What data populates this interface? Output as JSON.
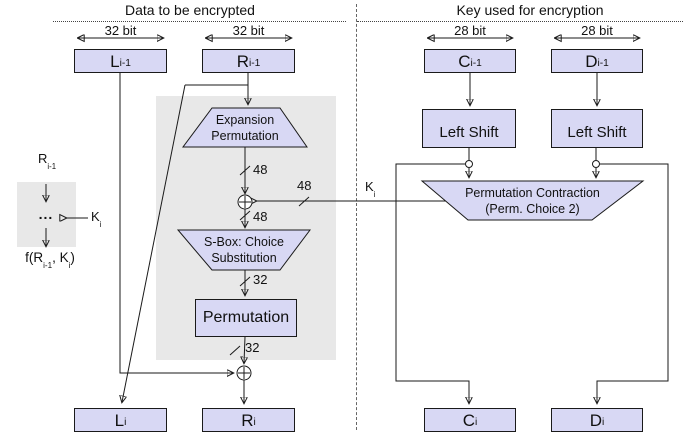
{
  "header": {
    "left_title": "Data to be encrypted",
    "right_title": "Key used for encryption"
  },
  "bit_labels": {
    "l_prev": "32 bit",
    "r_prev": "32 bit",
    "c_prev": "28 bit",
    "d_prev": "28 bit"
  },
  "registers": {
    "l_prev": {
      "base": "L",
      "sub": "i-1"
    },
    "r_prev": {
      "base": "R",
      "sub": "i-1"
    },
    "c_prev": {
      "base": "C",
      "sub": "i-1"
    },
    "d_prev": {
      "base": "D",
      "sub": "i-1"
    },
    "l_next": {
      "base": "L",
      "sub": "i"
    },
    "r_next": {
      "base": "R",
      "sub": "i"
    },
    "c_next": {
      "base": "C",
      "sub": "i"
    },
    "d_next": {
      "base": "D",
      "sub": "i"
    }
  },
  "blocks": {
    "expansion": {
      "line1": "Expansion",
      "line2": "Permutation"
    },
    "sbox": {
      "line1": "S-Box: Choice",
      "line2": "Substitution"
    },
    "permutation": "Permutation",
    "left_shift_a": "Left Shift",
    "left_shift_b": "Left Shift",
    "perm_contraction": {
      "line1": "Permutation Contraction",
      "line2": "(Perm. Choice 2)"
    }
  },
  "wire_labels": {
    "expansion_out": "48",
    "key_in": "48",
    "xor_out": "48",
    "sbox_out": "32",
    "perm_out": "32",
    "key": {
      "base": "K",
      "sub": "i"
    }
  },
  "legend": {
    "r_prev": {
      "base": "R",
      "sub": "i-1"
    },
    "dots": "...",
    "key": {
      "base": "K",
      "sub": "i"
    },
    "f": {
      "p1": "f(R",
      "s1": "i-1",
      "p2": ", K",
      "s2": "i",
      "p3": ")"
    }
  },
  "colors": {
    "box_fill": "#d8d8f4",
    "box_border": "#1a1a1a",
    "region_fill": "#e8e8e8",
    "line": "#1a1a1a"
  }
}
